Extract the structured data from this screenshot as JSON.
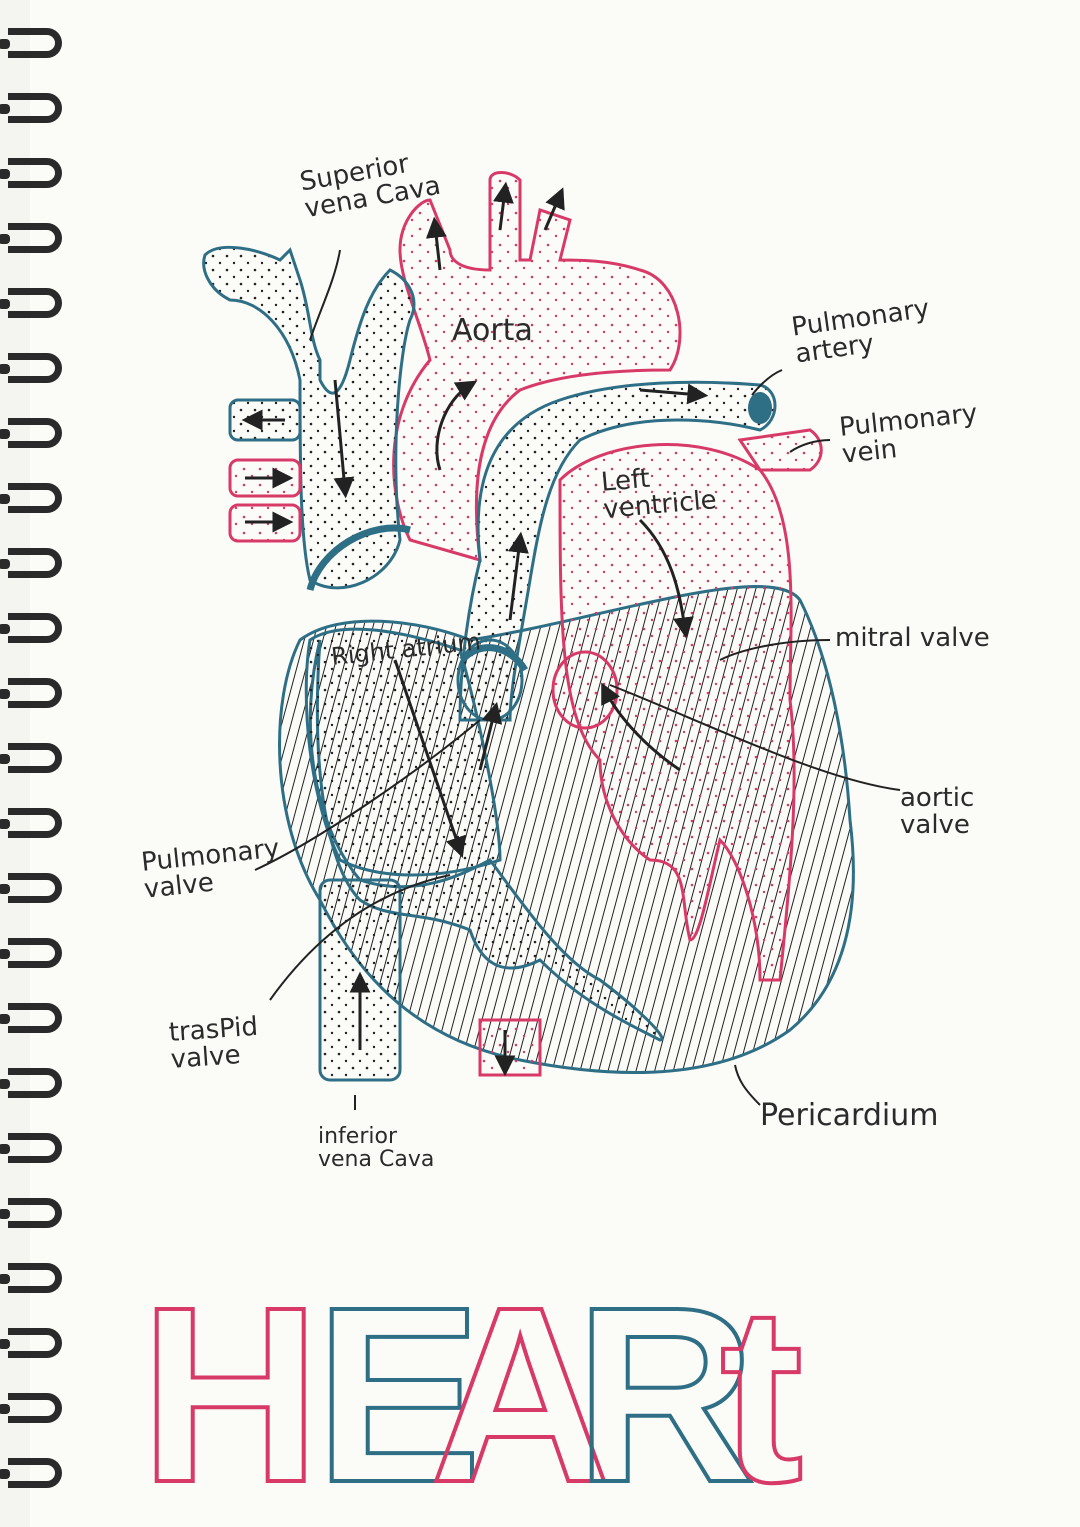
{
  "labels": {
    "superior_vena_cava": "Superior vena Cava",
    "aorta": "Aorta",
    "pulmonary_artery": "Pulmonary artery",
    "pulmonary_vein": "Pulmonary vein",
    "left_ventricle": "Left ventricle",
    "mitral_valve": "mitral valve",
    "right_atrium": "Right atrium",
    "aortic_valve": "aortic valve",
    "pulmonary_valve": "Pulmonary valve",
    "tricuspid_valve": "trasPid valve",
    "inferior_vena_cava": "inferior vena Cava",
    "pericardium": "Pericardium"
  },
  "title": {
    "letters": [
      "H",
      "E",
      "A",
      "R",
      "t"
    ]
  },
  "colors": {
    "blue_ink": "#2e6f86",
    "red_ink": "#d83a68",
    "black_ink": "#222222",
    "paper": "#fbfbf8"
  }
}
